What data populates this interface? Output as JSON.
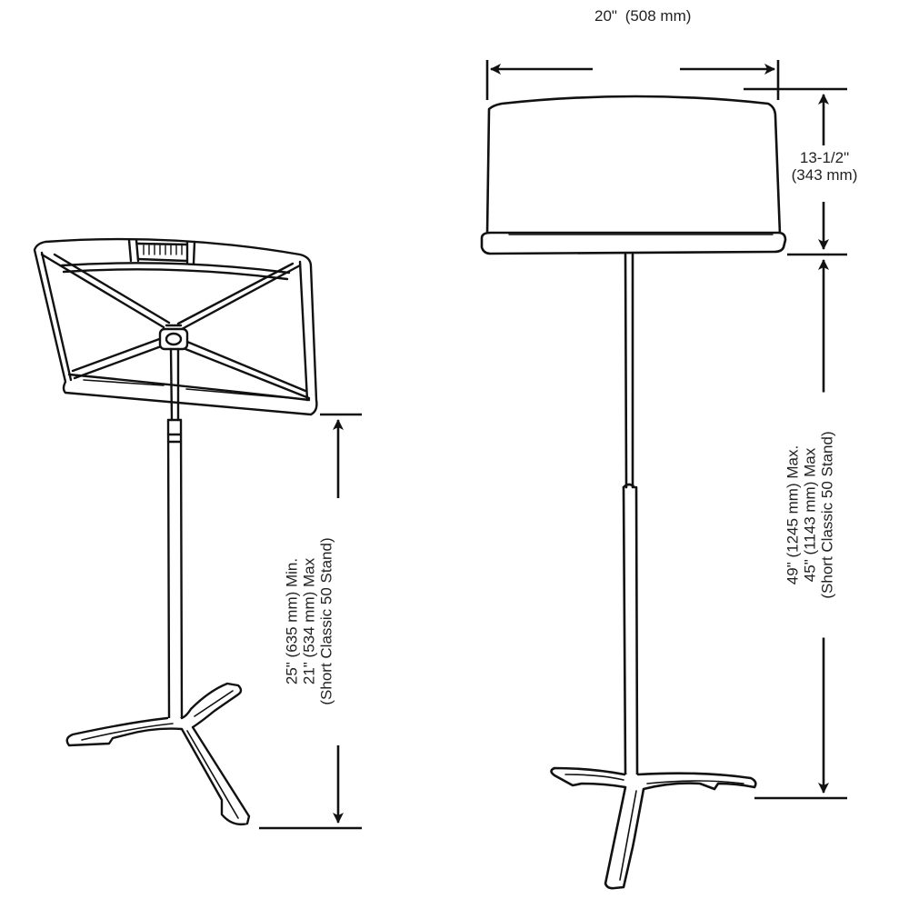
{
  "diagram": {
    "type": "technical-dimension-drawing",
    "subject": "music stands",
    "stroke_color": "#111111",
    "background": "#ffffff"
  },
  "left_stand": {
    "view": "angled three-quarter view, desk tilted",
    "height_dimension": {
      "line1": "25\" (635 mm) Min.",
      "line2": "21\" (534 mm) Max",
      "line3": "(Short Classic 50 Stand)"
    }
  },
  "right_stand": {
    "view": "front view",
    "width_dimension": {
      "line1": "20\"",
      "line2": "(508 mm)"
    },
    "desk_height_dimension": {
      "line1": "13-1/2\"",
      "line2": "(343 mm)"
    },
    "height_dimension": {
      "line1": "49\" (1245 mm) Max.",
      "line2": "45\" (1143 mm) Max",
      "line3": "(Short Classic 50 Stand)"
    }
  }
}
